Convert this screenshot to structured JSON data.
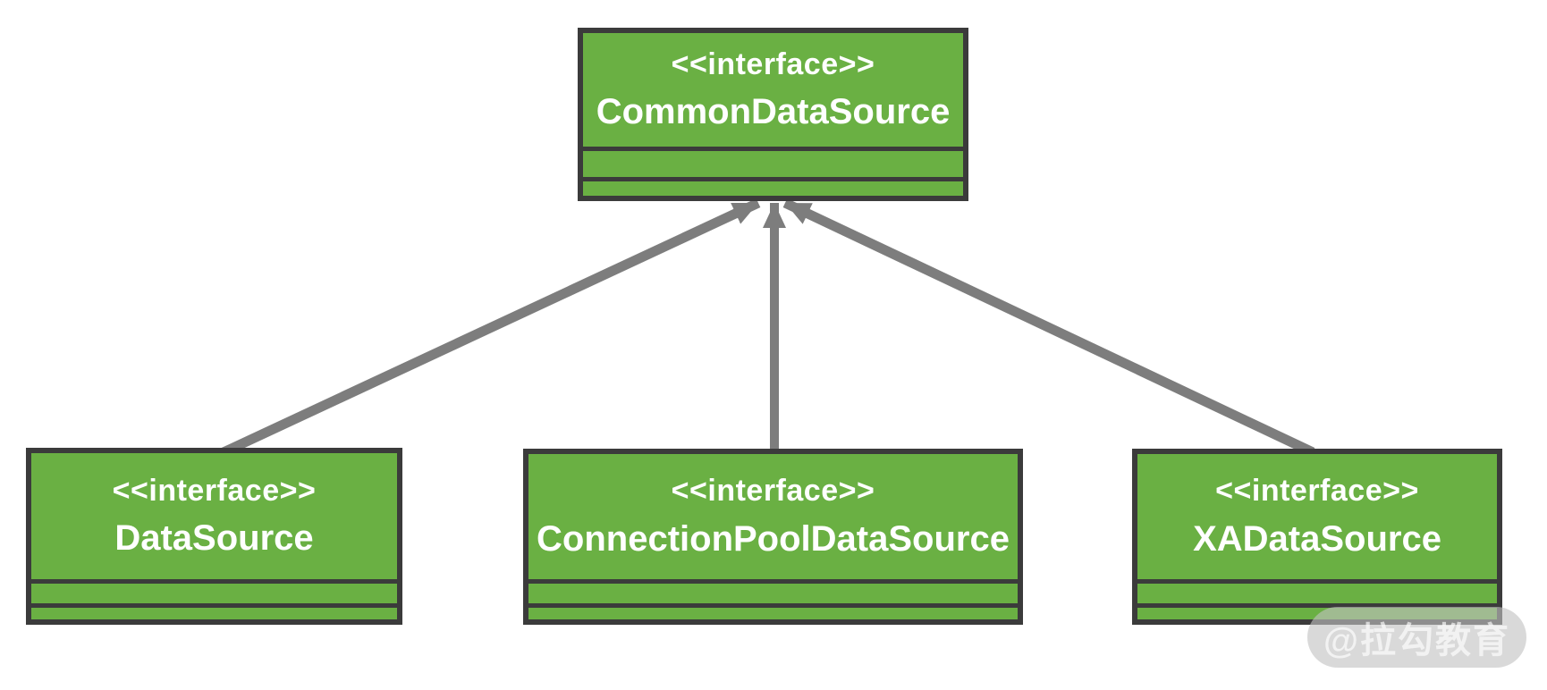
{
  "diagram": {
    "type": "uml-class-diagram",
    "background": "#ffffff",
    "nodes": [
      {
        "id": "common",
        "stereotype": "<<interface>>",
        "name": "CommonDataSource"
      },
      {
        "id": "datasource",
        "stereotype": "<<interface>>",
        "name": "DataSource"
      },
      {
        "id": "connectionpool",
        "stereotype": "<<interface>>",
        "name": "ConnectionPoolDataSource"
      },
      {
        "id": "xa",
        "stereotype": "<<interface>>",
        "name": "XADataSource"
      }
    ],
    "edges": [
      {
        "from": "DataSource",
        "to": "CommonDataSource",
        "style": "solid-arrow"
      },
      {
        "from": "ConnectionPoolDataSource",
        "to": "CommonDataSource",
        "style": "solid-arrow"
      },
      {
        "from": "XADataSource",
        "to": "CommonDataSource",
        "style": "solid-arrow"
      }
    ],
    "colors": {
      "node_fill": "#6ab043",
      "node_border": "#3b3b3b",
      "node_text": "#ffffff",
      "arrow": "#7d7d7d",
      "watermark_bg": "rgba(193,193,193,0.62)",
      "watermark_text": "rgba(255,255,255,0.65)"
    }
  },
  "watermark": {
    "label": "@拉勾教育"
  }
}
